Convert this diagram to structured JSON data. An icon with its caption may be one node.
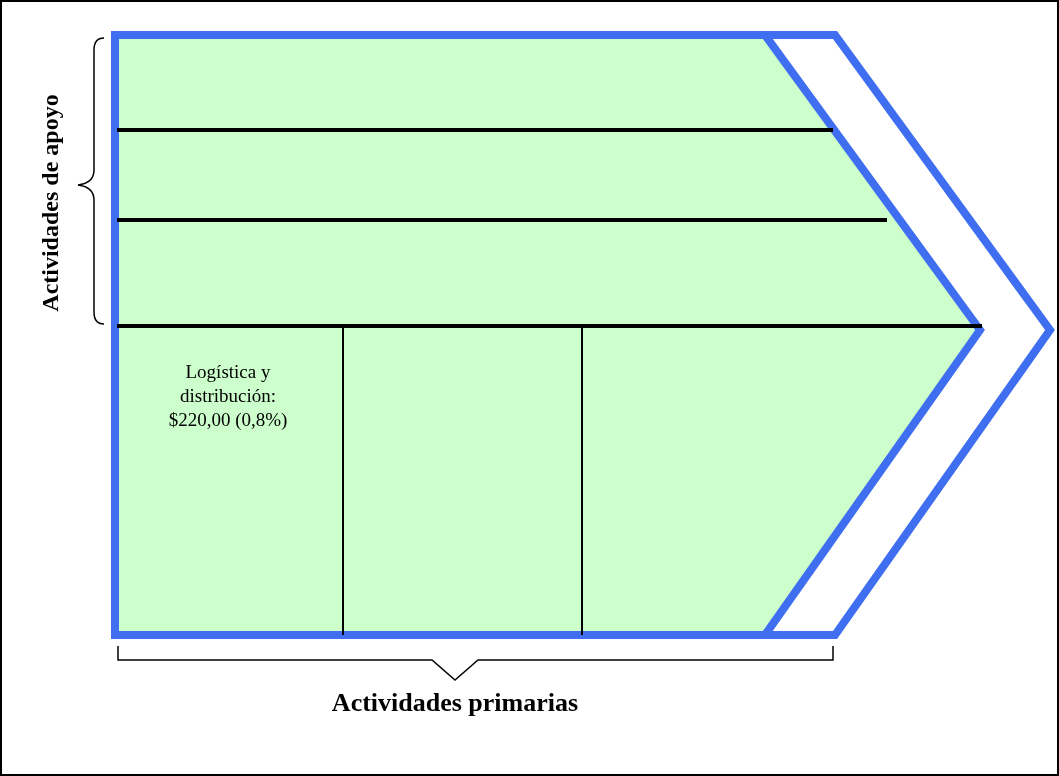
{
  "diagram": {
    "nodes": [
      {
        "text": [],
        "shape": "arrow"
      },
      {
        "text": [
          "Logística y distribución: $220,00 (0,8%)"
        ],
        "in": 0
      }
    ],
    "labels": [
      "Actividades de apoyo",
      "Actividades primarias"
    ]
  }
}
